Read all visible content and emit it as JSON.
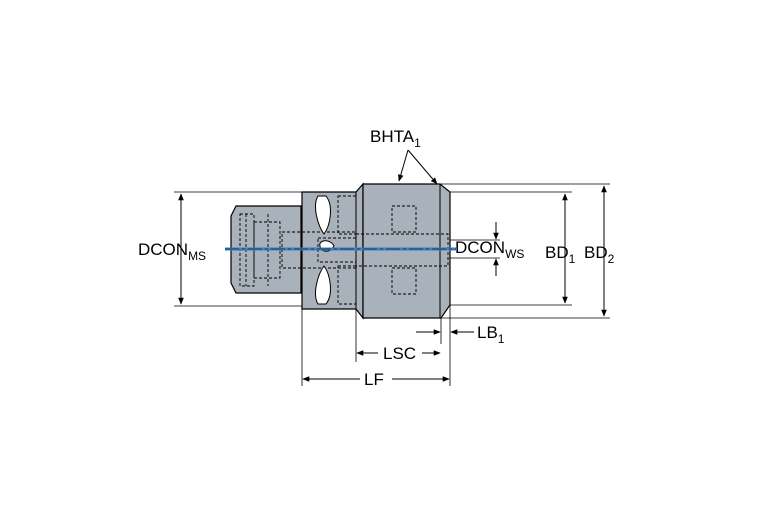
{
  "labels": {
    "bhta": {
      "main": "BHTA",
      "sub": "1"
    },
    "dcon_ms": {
      "main": "DCON",
      "sub": "MS"
    },
    "dcon_ws": {
      "main": "DCON",
      "sub": "WS"
    },
    "bd1": {
      "main": "BD",
      "sub": "1"
    },
    "bd2": {
      "main": "BD",
      "sub": "2"
    },
    "lb1": {
      "main": "LB",
      "sub": "1"
    },
    "lsc": {
      "main": "LSC"
    },
    "lf": {
      "main": "LF"
    }
  },
  "colors": {
    "body_fill": "#a9b1ba",
    "outline": "#000000",
    "centerline": "#3a7fc4"
  }
}
